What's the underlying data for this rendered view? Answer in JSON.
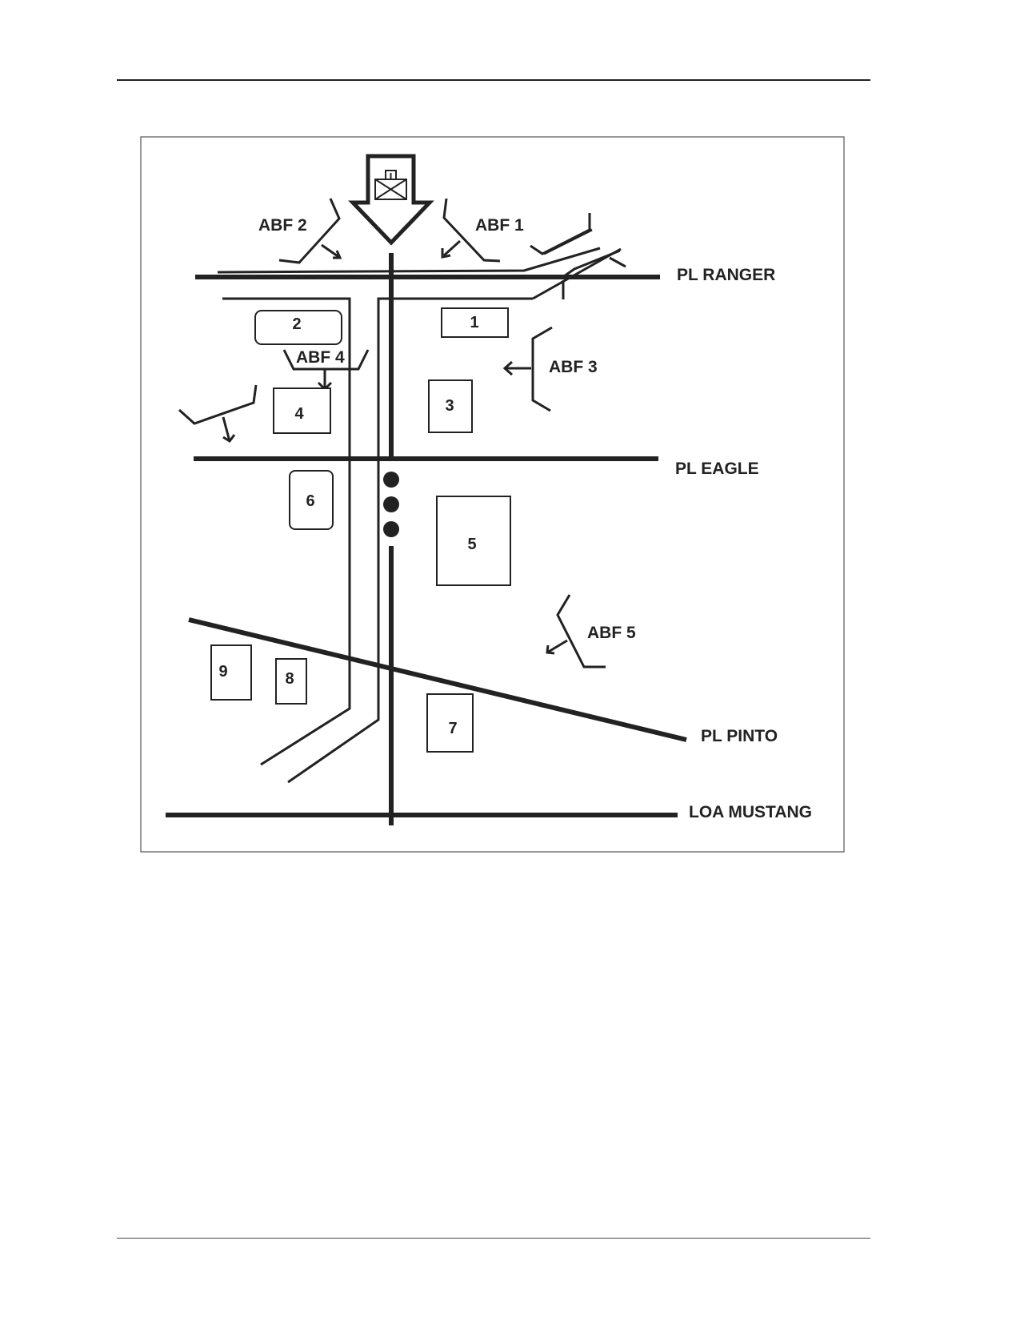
{
  "phase_lines": [
    {
      "label": "PL RANGER"
    },
    {
      "label": "PL EAGLE"
    },
    {
      "label": "PL PINTO"
    },
    {
      "label": "LOA MUSTANG"
    }
  ],
  "attack_by_fire_positions": [
    {
      "label": "ABF 1"
    },
    {
      "label": "ABF 2"
    },
    {
      "label": "ABF 3"
    },
    {
      "label": "ABF 4"
    },
    {
      "label": "ABF 5"
    }
  ],
  "objectives": [
    {
      "label": "1"
    },
    {
      "label": "2"
    },
    {
      "label": "3"
    },
    {
      "label": "4"
    },
    {
      "label": "5"
    },
    {
      "label": "6"
    },
    {
      "label": "7"
    },
    {
      "label": "8"
    },
    {
      "label": "9"
    }
  ],
  "colors": {
    "ink": "#222222",
    "background": "#ffffff"
  },
  "icons": [
    "armor-unit-icon",
    "axis-of-advance-arrow-icon",
    "checkpoint-dot-icon"
  ]
}
